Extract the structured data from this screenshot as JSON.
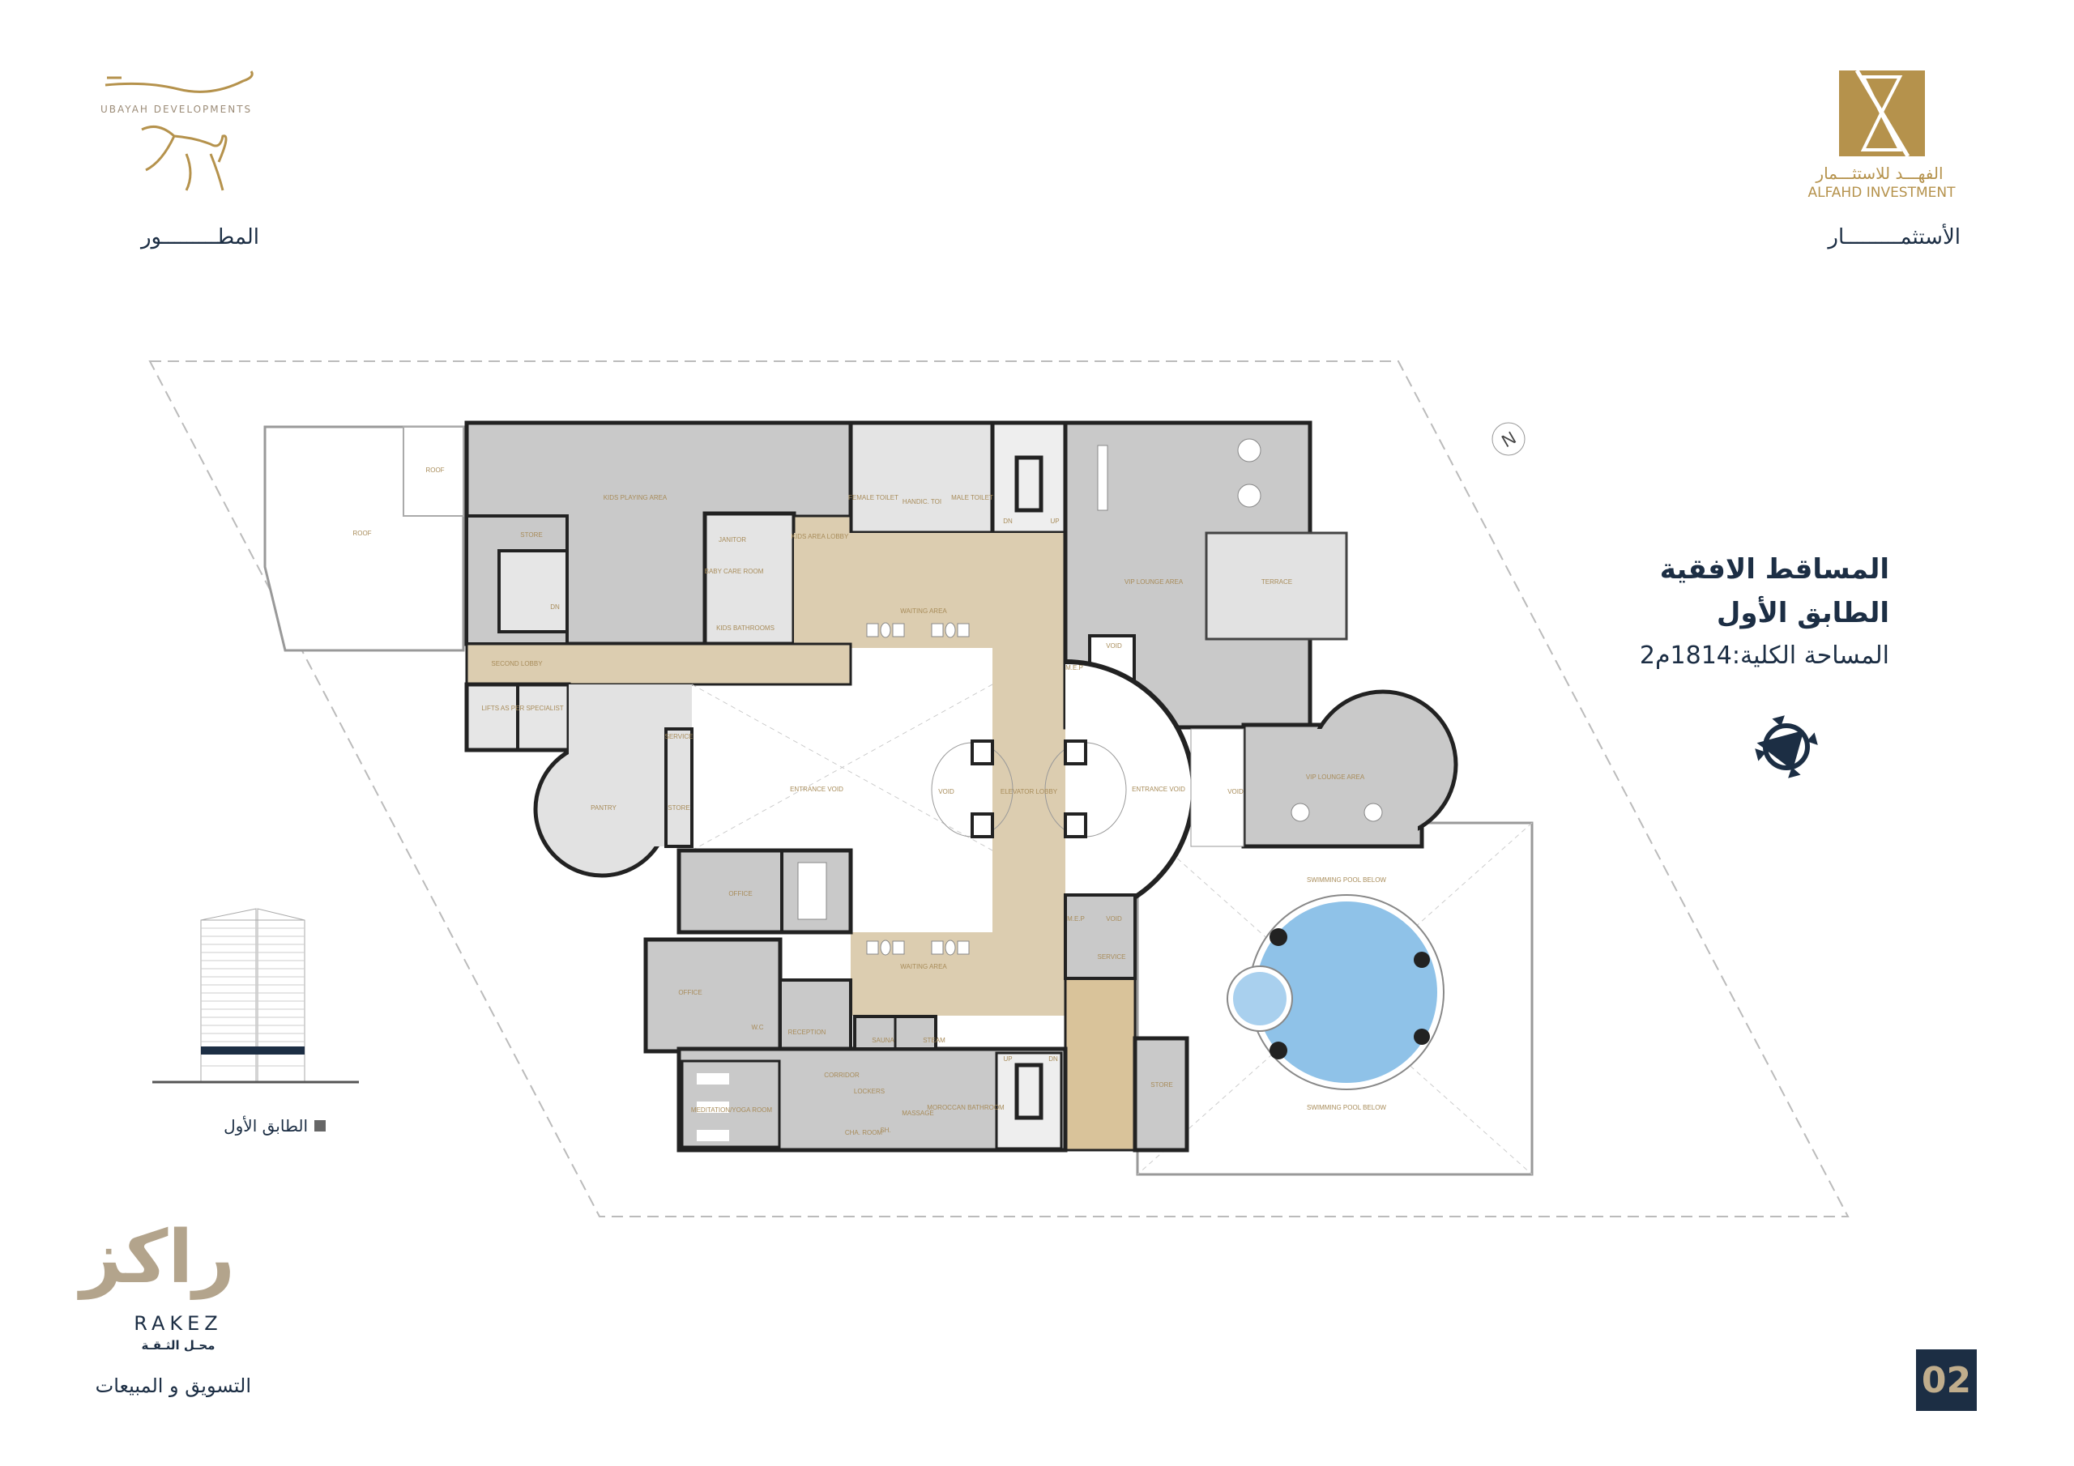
{
  "developer": {
    "logo_text": "UBAYAH DEVELOPMENTS",
    "label": "المطـــــــــور"
  },
  "investor": {
    "logo_text_ar": "الفهـــد للاستثـــمار",
    "logo_text_en": "ALFAHD INVESTMENT",
    "label": "الأستثمـــــــــار"
  },
  "heading": {
    "title": "المساقط الافقية",
    "floor": "الطابق الأول",
    "area": "المساحة الكلية:1814م2"
  },
  "elevation_legend": {
    "label": "الطابق الأول"
  },
  "marketing": {
    "logo_text_ar": "راكز",
    "logo_text_en": "RAKEZ",
    "tagline": "محـل الثـقـة",
    "label": "التسويق و المبيعات"
  },
  "page_number": "02",
  "colors": {
    "navy": "#1c2e44",
    "gold": "#b5924c",
    "beige_corridor": "#dccdb0",
    "room_grey": "#c9c9c9",
    "pool_blue": "#8fc2e8"
  },
  "plan": {
    "rooms": [
      "ROOF",
      "ROOF",
      "KIDS PLAYING AREA",
      "STORE",
      "JANITOR",
      "BABY CARE ROOM",
      "KIDS BATHROOMS",
      "KIDS AREA LOBBY",
      "FEMALE TOILET",
      "HANDIC. TOI",
      "MALE TOILET",
      "DN",
      "UP",
      "WAITING AREA",
      "SECOND LOBBY",
      "LIFTS AS PER SPECIALIST",
      "PANTRY",
      "SERVICE",
      "STORE",
      "ENTRANCE VOID",
      "VOID",
      "ELEVATOR LOBBY",
      "ENTRANCE VOID",
      "VOID",
      "VIP LOUNGE AREA",
      "TERRACE",
      "VOID",
      "M.E.P",
      "VIP LOUNGE AREA",
      "SWIMMING POOL BELOW",
      "SWIMMING POOL BELOW",
      "OFFICE",
      "OFFICE",
      "W.C",
      "RECEPTION",
      "SAUNA",
      "STEAM",
      "CORRIDOR",
      "LOCKERS",
      "MEDITATION/YOGA ROOM",
      "CHA. ROOM",
      "SH.",
      "MASSAGE",
      "MOROCCAN BATHROOM",
      "UP",
      "DN",
      "M.E.P",
      "VOID",
      "SERVICE",
      "STORE",
      "WAITING AREA",
      "DN"
    ]
  }
}
